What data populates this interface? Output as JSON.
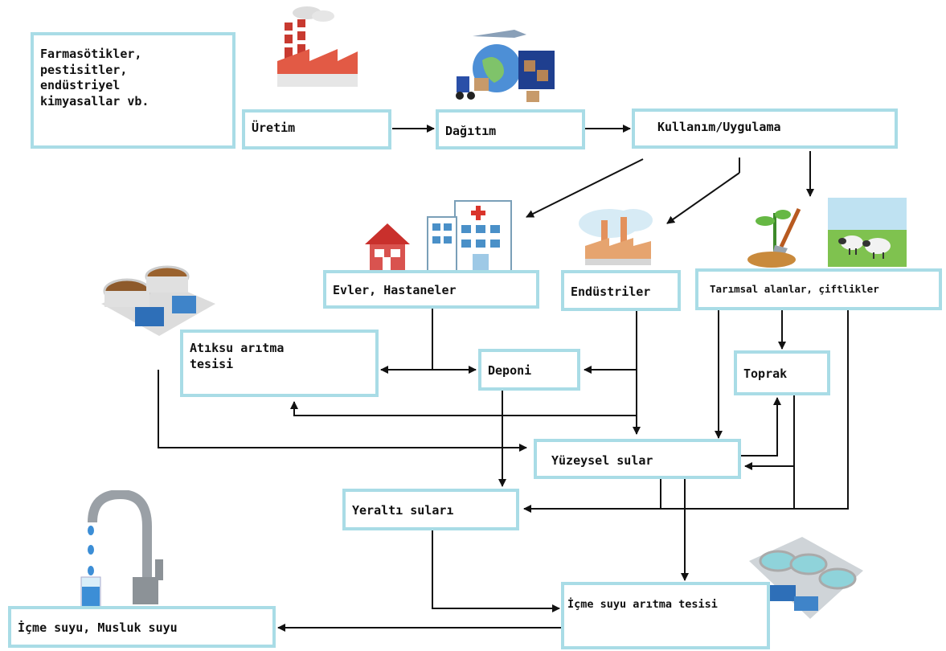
{
  "nodes": {
    "chemicals": "Farmasötikler,\npestisitler,\nendüstriyel\nkimyasallar vb.",
    "production": "Üretim",
    "distribution": "Dağıtım",
    "usage": "Kullanım/Uygulama",
    "homes": "Evler, Hastaneler",
    "industries": "Endüstriler",
    "agriculture": "Tarımsal alanlar, çiftlikler",
    "wwtp": "Atıksu arıtma\ntesisi",
    "landfill": "Deponi",
    "soil": "Toprak",
    "surface_water": "Yüzeysel sular",
    "groundwater": "Yeraltı suları",
    "dw_plant": "İçme suyu arıtma tesisi",
    "tap_water": "İçme suyu, Musluk suyu"
  },
  "illustrations": [
    "factory-icon",
    "logistics-icon",
    "house-icon",
    "hospital-icon",
    "industry-icon",
    "plant-shovel-icon",
    "sheep-field-icon",
    "treatment-plant-icon",
    "faucet-icon",
    "water-plant-icon"
  ],
  "colors": {
    "box_border": "#a9dce6",
    "arrow": "#111111"
  }
}
